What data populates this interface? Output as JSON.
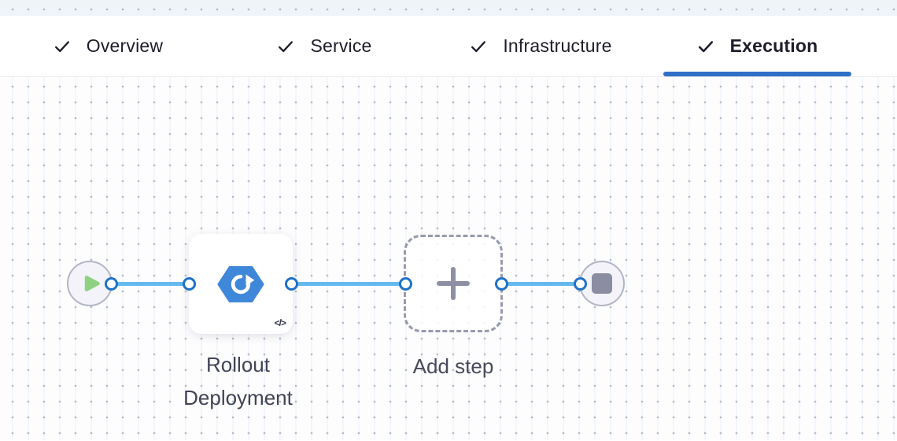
{
  "theme": {
    "accent-blue": "#2e6fc7",
    "tab-text": "#1d1d2b",
    "connector-blue": "#66b9ee",
    "port-blue": "#1f72c8",
    "hexagon-blue": "#3f87d8",
    "play-green": "#8fd183",
    "stop-gray": "#8b8da1",
    "node-fill": "#f3f3f9",
    "node-border": "#b3b5c6",
    "dash-border": "#989aae",
    "plus-gray": "#8d8fa4",
    "label-dark": "#414356"
  },
  "tabs": {
    "items": [
      {
        "label": "Overview",
        "icon": "check-icon",
        "state": "completed"
      },
      {
        "label": "Service",
        "icon": "check-icon",
        "state": "completed"
      },
      {
        "label": "Infrastructure",
        "icon": "check-icon",
        "state": "completed"
      },
      {
        "label": "Execution",
        "icon": "check-icon",
        "state": "active"
      }
    ]
  },
  "pipeline": {
    "start_node": {
      "name": "start",
      "icon": "play-icon"
    },
    "steps": [
      {
        "label": "Rollout Deployment",
        "icon": "rollout-hexagon-icon",
        "badge_icon": "code-icon",
        "badge_text": "</>"
      }
    ],
    "add_step": {
      "label": "Add step",
      "icon": "plus-icon"
    },
    "end_node": {
      "name": "end",
      "icon": "stop-icon"
    }
  }
}
